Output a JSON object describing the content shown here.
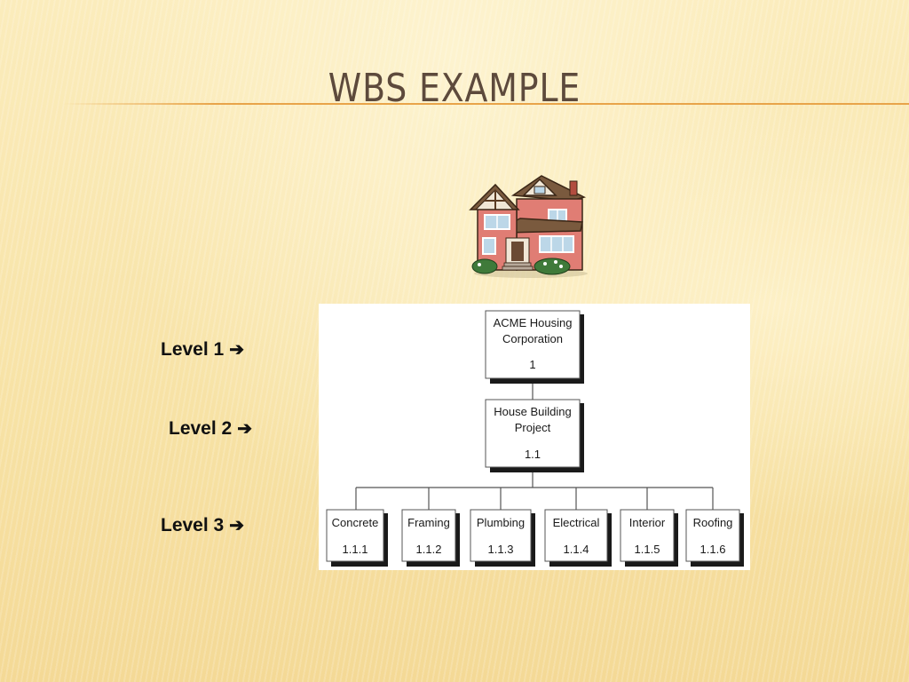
{
  "slide": {
    "title": "WBS Example"
  },
  "levels": [
    {
      "label": "Level 1",
      "arrow": "➔"
    },
    {
      "label": "Level 2",
      "arrow": "➔"
    },
    {
      "label": "Level 3",
      "arrow": "➔"
    }
  ],
  "wbs": {
    "level1": {
      "name_line1": "ACME Housing",
      "name_line2": "Corporation",
      "code": "1"
    },
    "level2": {
      "name_line1": "House Building",
      "name_line2": "Project",
      "code": "1.1"
    },
    "level3": [
      {
        "name": "Concrete",
        "code": "1.1.1"
      },
      {
        "name": "Framing",
        "code": "1.1.2"
      },
      {
        "name": "Plumbing",
        "code": "1.1.3"
      },
      {
        "name": "Electrical",
        "code": "1.1.4"
      },
      {
        "name": "Interior",
        "code": "1.1.5"
      },
      {
        "name": "Roofing",
        "code": "1.1.6"
      }
    ]
  },
  "image": {
    "icon": "house-clipart"
  }
}
